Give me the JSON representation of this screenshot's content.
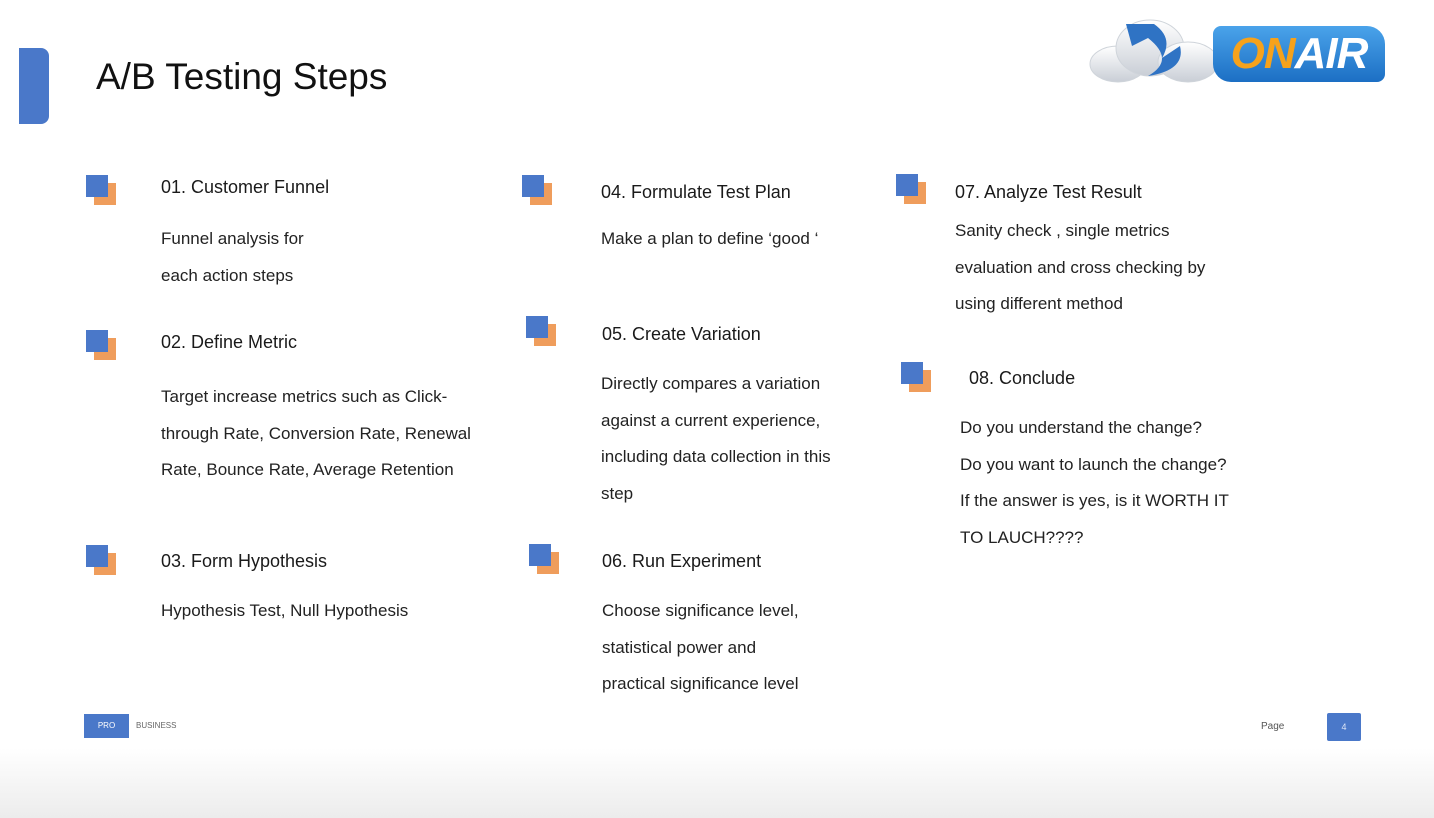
{
  "slide": {
    "title": "A/B Testing Steps",
    "logo": {
      "part1": "ON",
      "part2": "AIR"
    },
    "accent_color": "#4a78c9",
    "secondary_color": "#ef9d5c"
  },
  "steps": [
    {
      "title": "01. Customer Funnel",
      "lines": [
        "Funnel analysis for",
        "each action steps"
      ]
    },
    {
      "title": "02. Define Metric",
      "lines": [
        "Target increase metrics such as Click-",
        "through Rate, Conversion Rate, Renewal",
        "Rate, Bounce Rate, Average Retention"
      ]
    },
    {
      "title": "03. Form Hypothesis",
      "lines": [
        "Hypothesis Test, Null Hypothesis"
      ]
    },
    {
      "title": "04. Formulate Test Plan",
      "lines": [
        "Make  a plan to define ‘good ‘"
      ]
    },
    {
      "title": "05. Create Variation",
      "lines": [
        "Directly compares a variation",
        "against a current experience,",
        "including data collection in this",
        "step"
      ]
    },
    {
      "title": "06. Run Experiment",
      "lines": [
        "Choose significance level,",
        "statistical power and",
        "practical significance level"
      ]
    },
    {
      "title": "07. Analyze Test Result",
      "lines": [
        "Sanity check , single metrics",
        "evaluation and cross checking by",
        "using different method"
      ]
    },
    {
      "title": "08. Conclude",
      "lines": [
        "Do you understand the change?",
        "Do you want to launch the change?",
        "If the answer is yes, is it WORTH IT",
        "TO LAUCH????"
      ]
    }
  ],
  "footer": {
    "badge": "PRO",
    "label": "BUSINESS",
    "page_label": "Page",
    "page_number": "4"
  }
}
